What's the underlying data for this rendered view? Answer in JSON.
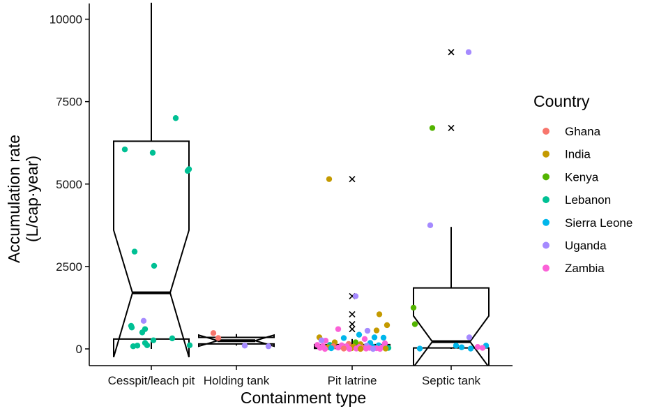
{
  "chart_data": {
    "type": "box",
    "xlabel": "Containment type",
    "ylabel": [
      "Accumulation rate",
      "(L/cap·year)"
    ],
    "ylim": [
      -650,
      10500
    ],
    "yticks": [
      0,
      2500,
      5000,
      7500,
      10000
    ],
    "categories": [
      "Cesspit/leach pit",
      "Holding tank",
      "Pit latrine",
      "Septic tank"
    ],
    "legend": {
      "title": "Country",
      "placement": "right",
      "items": [
        {
          "name": "Ghana",
          "color": "#F8766D"
        },
        {
          "name": "India",
          "color": "#C49A00"
        },
        {
          "name": "Kenya",
          "color": "#53B400"
        },
        {
          "name": "Lebanon",
          "color": "#00C094"
        },
        {
          "name": "Sierra Leone",
          "color": "#00B6EB"
        },
        {
          "name": "Uganda",
          "color": "#A58AFF"
        },
        {
          "name": "Zambia",
          "color": "#FB61D7"
        }
      ]
    },
    "boxes": [
      {
        "category": "Cesspit/leach pit",
        "q1": 300,
        "median": 1700,
        "q3": 6300,
        "lower_whisker": 0,
        "upper_whisker": 10500,
        "notch_low": -250,
        "notch_high": 3600
      },
      {
        "category": "Holding tank",
        "q1": 150,
        "median": 250,
        "q3": 350,
        "lower_whisker": 100,
        "upper_whisker": 450,
        "notch_low": 80,
        "notch_high": 420
      },
      {
        "category": "Pit latrine",
        "q1": 15,
        "median": 55,
        "q3": 130,
        "lower_whisker": 0,
        "upper_whisker": 300,
        "notch_low": 45,
        "notch_high": 65
      },
      {
        "category": "Septic tank",
        "q1": 30,
        "median": 220,
        "q3": 1850,
        "lower_whisker": 0,
        "upper_whisker": 3700,
        "notch_low": -550,
        "notch_high": 1000
      }
    ],
    "outliers": [
      {
        "category": "Pit latrine",
        "values": [
          5150,
          1600,
          1050,
          750,
          600
        ]
      },
      {
        "category": "Septic tank",
        "values": [
          9000,
          6700
        ]
      }
    ],
    "points": [
      {
        "category": "Cesspit/leach pit",
        "country": "Lebanon",
        "jitter": -0.38,
        "y": 6050
      },
      {
        "category": "Cesspit/leach pit",
        "country": "Lebanon",
        "jitter": 0.35,
        "y": 7000
      },
      {
        "category": "Cesspit/leach pit",
        "country": "Lebanon",
        "jitter": 0.02,
        "y": 5950
      },
      {
        "category": "Cesspit/leach pit",
        "country": "Lebanon",
        "jitter": 0.52,
        "y": 5400
      },
      {
        "category": "Cesspit/leach pit",
        "country": "Lebanon",
        "jitter": 0.54,
        "y": 5450
      },
      {
        "category": "Cesspit/leach pit",
        "country": "Lebanon",
        "jitter": -0.24,
        "y": 2950
      },
      {
        "category": "Cesspit/leach pit",
        "country": "Lebanon",
        "jitter": 0.04,
        "y": 2520
      },
      {
        "category": "Cesspit/leach pit",
        "country": "Lebanon",
        "jitter": -0.29,
        "y": 700
      },
      {
        "category": "Cesspit/leach pit",
        "country": "Lebanon",
        "jitter": -0.28,
        "y": 650
      },
      {
        "category": "Cesspit/leach pit",
        "country": "Uganda",
        "jitter": -0.11,
        "y": 850
      },
      {
        "category": "Cesspit/leach pit",
        "country": "Lebanon",
        "jitter": -0.09,
        "y": 600
      },
      {
        "category": "Cesspit/leach pit",
        "country": "Lebanon",
        "jitter": -0.13,
        "y": 500
      },
      {
        "category": "Cesspit/leach pit",
        "country": "Lebanon",
        "jitter": 0.3,
        "y": 320
      },
      {
        "category": "Cesspit/leach pit",
        "country": "Lebanon",
        "jitter": 0.03,
        "y": 260
      },
      {
        "category": "Cesspit/leach pit",
        "country": "Lebanon",
        "jitter": -0.09,
        "y": 180
      },
      {
        "category": "Cesspit/leach pit",
        "country": "Lebanon",
        "jitter": -0.06,
        "y": 110
      },
      {
        "category": "Cesspit/leach pit",
        "country": "Lebanon",
        "jitter": -0.26,
        "y": 80
      },
      {
        "category": "Cesspit/leach pit",
        "country": "Lebanon",
        "jitter": -0.2,
        "y": 100
      },
      {
        "category": "Cesspit/leach pit",
        "country": "Lebanon",
        "jitter": 0.55,
        "y": 110
      },
      {
        "category": "Holding tank",
        "country": "Ghana",
        "jitter": -0.33,
        "y": 480
      },
      {
        "category": "Holding tank",
        "country": "Ghana",
        "jitter": -0.26,
        "y": 330
      },
      {
        "category": "Holding tank",
        "country": "Uganda",
        "jitter": 0.12,
        "y": 100
      },
      {
        "category": "Holding tank",
        "country": "Uganda",
        "jitter": 0.46,
        "y": 80
      },
      {
        "category": "Pit latrine",
        "country": "India",
        "jitter": -0.33,
        "y": 5150
      },
      {
        "category": "Pit latrine",
        "country": "Uganda",
        "jitter": 0.05,
        "y": 1600
      },
      {
        "category": "Pit latrine",
        "country": "India",
        "jitter": 0.39,
        "y": 1050
      },
      {
        "category": "Pit latrine",
        "country": "India",
        "jitter": 0.5,
        "y": 720
      },
      {
        "category": "Pit latrine",
        "country": "Zambia",
        "jitter": -0.2,
        "y": 600
      },
      {
        "category": "Pit latrine",
        "country": "India",
        "jitter": 0.35,
        "y": 560
      },
      {
        "category": "Pit latrine",
        "country": "Uganda",
        "jitter": 0.22,
        "y": 550
      },
      {
        "category": "Pit latrine",
        "country": "Sierra Leone",
        "jitter": 0.1,
        "y": 430
      },
      {
        "category": "Pit latrine",
        "country": "India",
        "jitter": -0.47,
        "y": 350
      },
      {
        "category": "Pit latrine",
        "country": "Sierra Leone",
        "jitter": -0.12,
        "y": 330
      },
      {
        "category": "Pit latrine",
        "country": "Zambia",
        "jitter": 0.18,
        "y": 300
      },
      {
        "category": "Pit latrine",
        "country": "Sierra Leone",
        "jitter": 0.32,
        "y": 350
      },
      {
        "category": "Pit latrine",
        "country": "Sierra Leone",
        "jitter": 0.45,
        "y": 340
      },
      {
        "category": "Pit latrine",
        "country": "Zambia",
        "jitter": -0.38,
        "y": 250
      },
      {
        "category": "Pit latrine",
        "country": "Uganda",
        "jitter": -0.44,
        "y": 260
      },
      {
        "category": "Pit latrine",
        "country": "Kenya",
        "jitter": 0.05,
        "y": 200
      },
      {
        "category": "Pit latrine",
        "country": "India",
        "jitter": -0.25,
        "y": 200
      },
      {
        "category": "Pit latrine",
        "country": "Sierra Leone",
        "jitter": 0.26,
        "y": 180
      },
      {
        "category": "Pit latrine",
        "country": "Zambia",
        "jitter": 0.47,
        "y": 170
      },
      {
        "category": "Pit latrine",
        "country": "Ghana",
        "jitter": -0.05,
        "y": 150
      },
      {
        "category": "Pit latrine",
        "country": "India",
        "jitter": 0.12,
        "y": 140
      },
      {
        "category": "Pit latrine",
        "country": "Zambia",
        "jitter": -0.5,
        "y": 120
      },
      {
        "category": "Pit latrine",
        "country": "Lebanon",
        "jitter": -0.32,
        "y": 120
      },
      {
        "category": "Pit latrine",
        "country": "Zambia",
        "jitter": -0.15,
        "y": 110
      },
      {
        "category": "Pit latrine",
        "country": "Sierra Leone",
        "jitter": 0.38,
        "y": 110
      },
      {
        "category": "Pit latrine",
        "country": "Uganda",
        "jitter": 0.21,
        "y": 100
      },
      {
        "category": "Pit latrine",
        "country": "Zambia",
        "jitter": -0.42,
        "y": 90
      },
      {
        "category": "Pit latrine",
        "country": "Ghana",
        "jitter": -0.27,
        "y": 80
      },
      {
        "category": "Pit latrine",
        "country": "Zambia",
        "jitter": -0.08,
        "y": 80
      },
      {
        "category": "Pit latrine",
        "country": "India",
        "jitter": 0.02,
        "y": 70
      },
      {
        "category": "Pit latrine",
        "country": "Zambia",
        "jitter": 0.1,
        "y": 60
      },
      {
        "category": "Pit latrine",
        "country": "Sierra Leone",
        "jitter": 0.3,
        "y": 60
      },
      {
        "category": "Pit latrine",
        "country": "Zambia",
        "jitter": 0.43,
        "y": 50
      },
      {
        "category": "Pit latrine",
        "country": "India",
        "jitter": -0.35,
        "y": 50
      },
      {
        "category": "Pit latrine",
        "country": "Zambia",
        "jitter": -0.2,
        "y": 40
      },
      {
        "category": "Pit latrine",
        "country": "Ghana",
        "jitter": 0.15,
        "y": 40
      },
      {
        "category": "Pit latrine",
        "country": "Zambia",
        "jitter": 0.25,
        "y": 30
      },
      {
        "category": "Pit latrine",
        "country": "Lebanon",
        "jitter": 0.52,
        "y": 30
      },
      {
        "category": "Pit latrine",
        "country": "Zambia",
        "jitter": -0.46,
        "y": 30
      },
      {
        "category": "Pit latrine",
        "country": "India",
        "jitter": -0.01,
        "y": 20
      },
      {
        "category": "Pit latrine",
        "country": "Zambia",
        "jitter": 0.35,
        "y": 20
      },
      {
        "category": "Pit latrine",
        "country": "Sierra Leone",
        "jitter": -0.3,
        "y": 20
      },
      {
        "category": "Pit latrine",
        "country": "Zambia",
        "jitter": 0.06,
        "y": 10
      },
      {
        "category": "Pit latrine",
        "country": "Ghana",
        "jitter": -0.12,
        "y": 10
      },
      {
        "category": "Pit latrine",
        "country": "Zambia",
        "jitter": 0.2,
        "y": 10
      },
      {
        "category": "Pit latrine",
        "country": "India",
        "jitter": 0.48,
        "y": 10
      },
      {
        "category": "Pit latrine",
        "country": "Zambia",
        "jitter": -0.39,
        "y": 0
      },
      {
        "category": "Pit latrine",
        "country": "Uganda",
        "jitter": 0.3,
        "y": 0
      },
      {
        "category": "Pit latrine",
        "country": "Zambia",
        "jitter": -0.04,
        "y": 0
      },
      {
        "category": "Pit latrine",
        "country": "India",
        "jitter": 0.12,
        "y": 0
      },
      {
        "category": "Pit latrine",
        "country": "Zambia",
        "jitter": 0.4,
        "y": 0
      },
      {
        "category": "Septic tank",
        "country": "Uganda",
        "jitter": 0.25,
        "y": 9000
      },
      {
        "category": "Septic tank",
        "country": "Kenya",
        "jitter": -0.27,
        "y": 6700
      },
      {
        "category": "Septic tank",
        "country": "Uganda",
        "jitter": -0.3,
        "y": 3750
      },
      {
        "category": "Septic tank",
        "country": "Kenya",
        "jitter": -0.54,
        "y": 1250
      },
      {
        "category": "Septic tank",
        "country": "Kenya",
        "jitter": -0.52,
        "y": 750
      },
      {
        "category": "Septic tank",
        "country": "Uganda",
        "jitter": 0.26,
        "y": 350
      },
      {
        "category": "Septic tank",
        "country": "Sierra Leone",
        "jitter": 0.07,
        "y": 100
      },
      {
        "category": "Septic tank",
        "country": "Sierra Leone",
        "jitter": 0.15,
        "y": 50
      },
      {
        "category": "Septic tank",
        "country": "Sierra Leone",
        "jitter": 0.5,
        "y": 100
      },
      {
        "category": "Septic tank",
        "country": "Sierra Leone",
        "jitter": -0.45,
        "y": 10
      },
      {
        "category": "Septic tank",
        "country": "Sierra Leone",
        "jitter": 0.28,
        "y": 10
      },
      {
        "category": "Septic tank",
        "country": "Zambia",
        "jitter": 0.38,
        "y": 60
      },
      {
        "category": "Septic tank",
        "country": "Zambia",
        "jitter": 0.45,
        "y": 30
      }
    ]
  }
}
